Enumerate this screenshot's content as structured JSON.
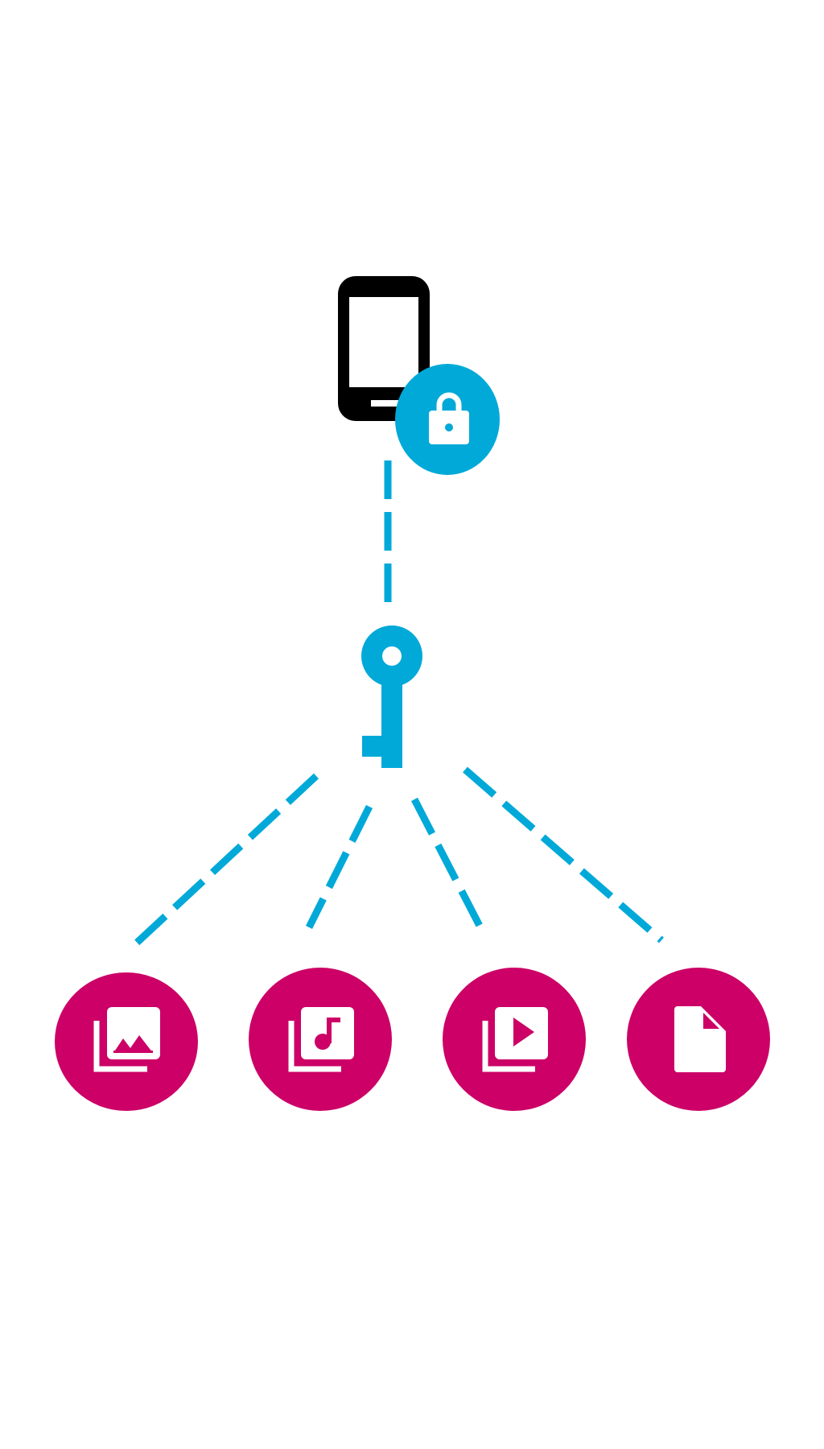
{
  "diagram": {
    "colors": {
      "accent": "#00a9d8",
      "node": "#cc0066",
      "device": "#000000",
      "glyph": "#ffffff"
    },
    "nodes": [
      {
        "id": "phone",
        "icon": "smartphone-icon"
      },
      {
        "id": "lock",
        "icon": "padlock-icon"
      },
      {
        "id": "key",
        "icon": "key-icon"
      },
      {
        "id": "images",
        "icon": "image-collection-icon"
      },
      {
        "id": "music",
        "icon": "music-collection-icon"
      },
      {
        "id": "videos",
        "icon": "video-collection-icon"
      },
      {
        "id": "documents",
        "icon": "document-icon"
      }
    ],
    "connections": [
      {
        "from": "phone",
        "to": "key",
        "style": "dashed"
      },
      {
        "from": "key",
        "to": "images",
        "style": "dashed"
      },
      {
        "from": "key",
        "to": "music",
        "style": "dashed"
      },
      {
        "from": "key",
        "to": "videos",
        "style": "dashed"
      },
      {
        "from": "key",
        "to": "documents",
        "style": "dashed"
      }
    ]
  }
}
